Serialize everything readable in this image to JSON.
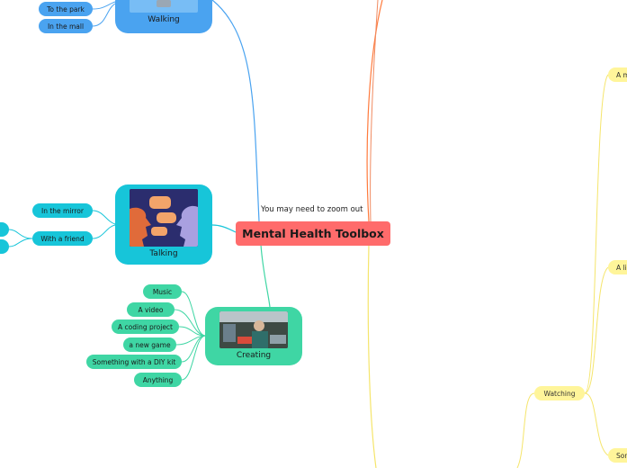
{
  "root": {
    "title": "Mental Health Toolbox",
    "note": "You may need to zoom out"
  },
  "walking": {
    "label": "Walking",
    "items": [
      "To the park",
      "In the mall"
    ]
  },
  "talking": {
    "label": "Talking",
    "items": [
      "In the mirror",
      "With a friend"
    ]
  },
  "creating": {
    "label": "Creating",
    "items": [
      "Music",
      "A video",
      "A coding project",
      "a new game",
      "Something with a DIY kit",
      "Anything"
    ]
  },
  "watching": {
    "label": "Watching",
    "children": [
      "A m",
      "A li",
      "Son"
    ]
  },
  "colors": {
    "walking": "#4aa3f0",
    "talking": "#17c5d9",
    "creating": "#3fd6a4",
    "watching": "#fff59a",
    "root": "#ff6b6b"
  }
}
